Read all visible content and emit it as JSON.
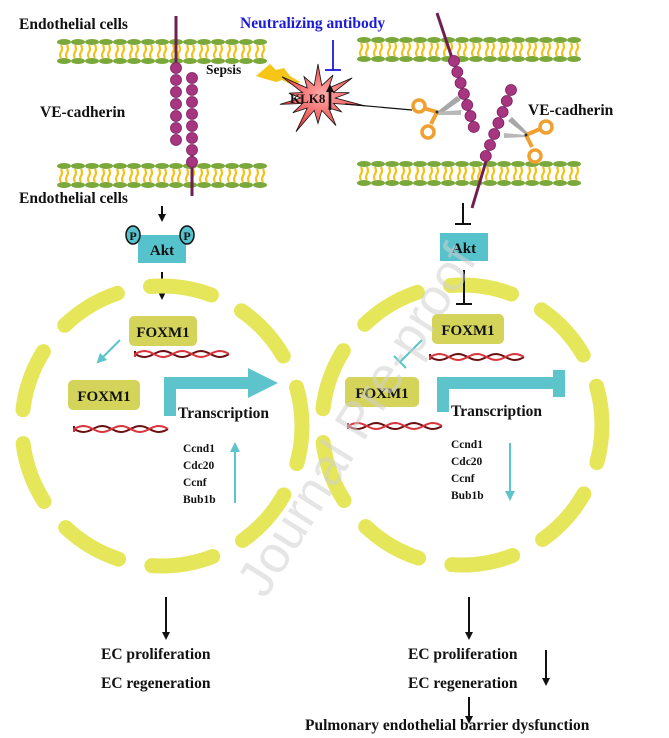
{
  "title": "KLK8 in sepsis impairs VE-cadherin / Akt / FOXM1 signaling",
  "colors": {
    "membrane_head": "#7aa83a",
    "membrane_tail": "#f2c21a",
    "cadherin": "#a8357f",
    "cadherin_stalk": "#6e2050",
    "akt_box": "#56c2cc",
    "foxm1_box": "#d4d45a",
    "nucleus": "#e6e65a",
    "transcription_arrow": "#5ec4cc",
    "dna_dark": "#6b0f12",
    "dna_light": "#d8343c",
    "klk8_fill": "#ee4444",
    "antibody_text": "#1a1ad8",
    "sepsis_bolt": "#f5c518",
    "scissor_handle": "#f0a030",
    "scissor_blade": "#a8a8a8",
    "watermark": "#cfcfcf"
  },
  "left": {
    "top_label": "Endothelial cells",
    "cadherin_label": "VE-cadherin",
    "bottom_label": "Endothelial cells",
    "akt": "Akt",
    "phospho": "P",
    "foxm1_top": "FOXM1",
    "foxm1_bottom": "FOXM1",
    "transcription": "Transcription",
    "genes": [
      "Ccnd1",
      "Cdc20",
      "Ccnf",
      "Bub1b"
    ],
    "outcomes": [
      "EC proliferation",
      "EC regeneration"
    ]
  },
  "center": {
    "antibody": "Neutralizing antibody",
    "sepsis": "Sepsis",
    "klk8": "KLK8"
  },
  "right": {
    "cadherin_label": "VE-cadherin",
    "akt": "Akt",
    "foxm1_top": "FOXM1",
    "foxm1_bottom": "FOXM1",
    "transcription": "Transcription",
    "genes": [
      "Ccnd1",
      "Cdc20",
      "Ccnf",
      "Bub1b"
    ],
    "outcomes": [
      "EC proliferation",
      "EC regeneration"
    ],
    "final": "Pulmonary endothelial barrier dysfunction"
  },
  "watermark": "Journal Pre-proof"
}
